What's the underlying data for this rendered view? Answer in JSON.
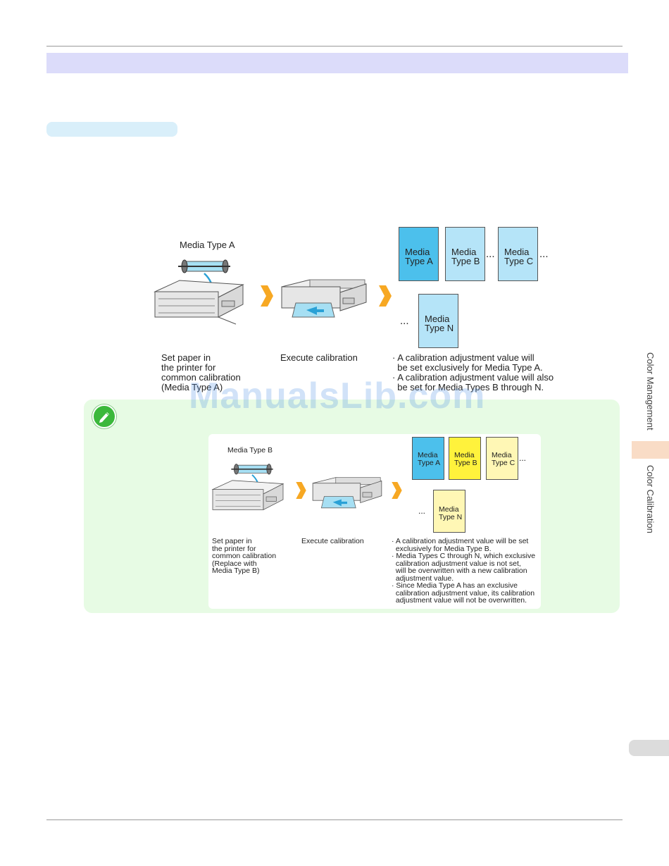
{
  "side": {
    "section": "Color Management",
    "subsection": "Color Calibration"
  },
  "diagram1": {
    "roll_label": "Media Type A",
    "step1": [
      "Set paper in",
      "the printer for",
      "common calibration",
      "(Media Type A)"
    ],
    "step2": "Execute calibration",
    "step3": [
      "· A calibration adjustment value will",
      "  be set exclusively for Media Type A.",
      "· A calibration adjustment value will also",
      "  be set for Media Types B through N."
    ],
    "cards": {
      "a": [
        "Media",
        "Type A"
      ],
      "b": [
        "Media",
        "Type B"
      ],
      "c": [
        "Media",
        "Type C"
      ],
      "n": [
        "Media",
        "Type N"
      ]
    },
    "ellipsis": "..."
  },
  "diagram2": {
    "roll_label": "Media Type B",
    "step1": [
      "Set paper in",
      "the printer for",
      "common calibration",
      "(Replace with",
      "Media Type B)"
    ],
    "step2": "Execute calibration",
    "step3": [
      "· A calibration adjustment value will be set",
      "  exclusively for Media Type B.",
      "· Media Types C through N, which exclusive",
      "  calibration adjustment value is not set,",
      "  will be overwritten with a new calibration",
      "  adjustment value.",
      "· Since Media Type A has an exclusive",
      "  calibration adjustment value, its calibration",
      "  adjustment value will not be overwritten."
    ],
    "cards": {
      "a": [
        "Media",
        "Type A"
      ],
      "b": [
        "Media",
        "Type B"
      ],
      "c": [
        "Media",
        "Type C"
      ],
      "n": [
        "Media",
        "Type N"
      ]
    },
    "ellipsis": "..."
  },
  "watermark": "ManualsLib.com",
  "colors": {
    "card_blue_dark": "#4cc0ec",
    "card_blue_light": "#b5e4f8",
    "card_yellow": "#fff23c",
    "card_yellow_light": "#fff7b5",
    "arrow_orange": "#f7a823",
    "note_bg": "#e7fbe4"
  }
}
